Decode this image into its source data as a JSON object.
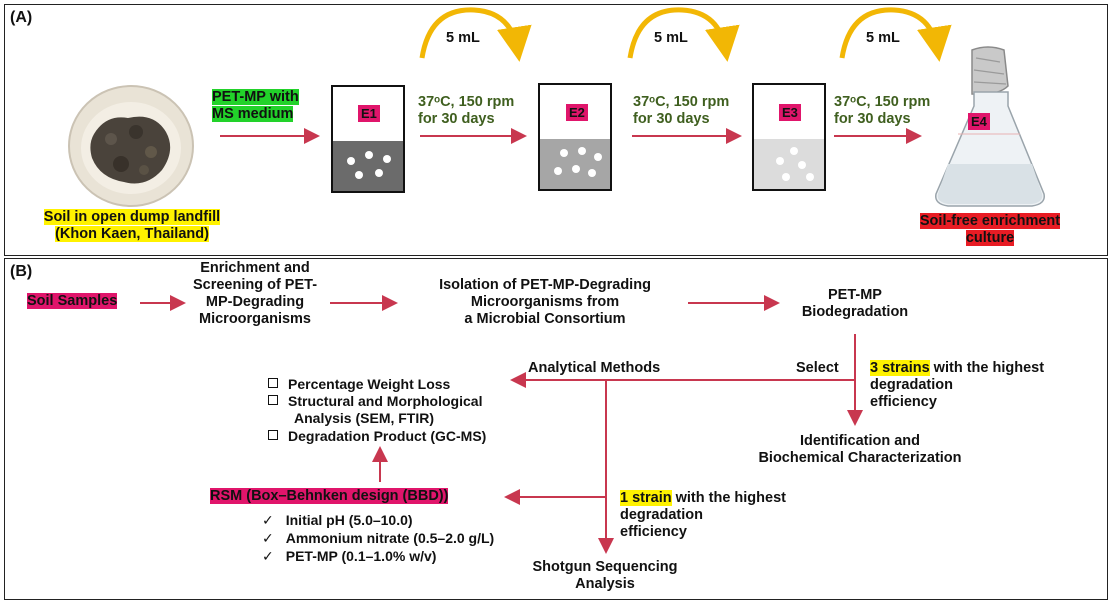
{
  "panelA": {
    "label": "(A)",
    "soil_caption_1": "Soil in open dump landfill",
    "soil_caption_2": "(Khon Kaen, Thailand)",
    "input_label_1": "PET-MP with",
    "input_label_2": "MS medium",
    "transfer_volume": "5 mL",
    "condition_1": "37ᵒC, 150 rpm",
    "condition_2": "for 30 days",
    "stages": [
      "E1",
      "E2",
      "E3",
      "E4"
    ],
    "result_1": "Soil-free enrichment",
    "result_2": "culture"
  },
  "panelB": {
    "label": "(B)",
    "soil_samples": "Soil Samples",
    "enrichment_1": "Enrichment and",
    "enrichment_2": "Screening of PET-",
    "enrichment_3": "MP-Degrading",
    "enrichment_4": "Microorganisms",
    "isolation_1": "Isolation of PET-MP-Degrading",
    "isolation_2": "Microorganisms from",
    "isolation_3": "a Microbial Consortium",
    "biodeg_1": "PET-MP",
    "biodeg_2": "Biodegradation",
    "select": "Select",
    "three_strains": "3 strains",
    "three_rest_1": " with the highest",
    "three_rest_2": "degradation",
    "three_rest_3": "efficiency",
    "analytical": "Analytical Methods",
    "methods": [
      "Percentage Weight Loss",
      "Structural and Morphological",
      "Analysis (SEM, FTIR)",
      "Degradation Product (GC-MS)"
    ],
    "ident_1": "Identification and",
    "ident_2": "Biochemical Characterization",
    "rsm": "RSM (Box–Behnken design (BBD))",
    "factors": [
      "Initial pH (5.0–10.0)",
      "Ammonium nitrate (0.5–2.0 g/L)",
      "PET-MP (0.1–1.0% w/v)"
    ],
    "one_strain": "1 strain",
    "one_rest_1": " with the highest",
    "one_rest_2": "degradation",
    "one_rest_3": "efficiency",
    "shotgun_1": "Shotgun Sequencing",
    "shotgun_2": "Analysis"
  },
  "colors": {
    "arrow": "#c8374f",
    "curve_arrow": "#f2b705",
    "highlight_yellow": "#fff200",
    "highlight_green": "#22d22a",
    "highlight_pink": "#e0156b",
    "highlight_red": "#e81c24"
  }
}
